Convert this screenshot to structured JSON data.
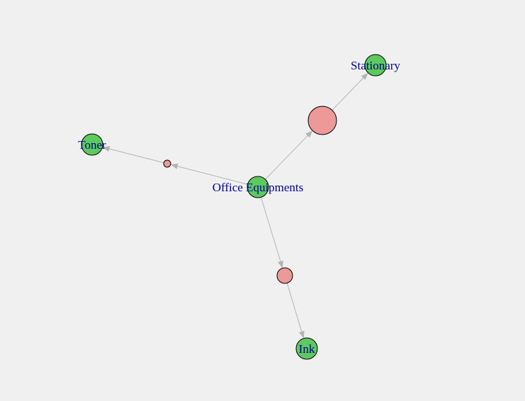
{
  "diagram": {
    "type": "network-graph",
    "colors": {
      "background": "#f0f0f0",
      "item_node": "#5ec95e",
      "relation_node": "#ed9999",
      "edge": "#b3b3b3",
      "label": "#00008b"
    },
    "nodes": [
      {
        "id": "office",
        "kind": "item",
        "label": "Office Equipments"
      },
      {
        "id": "stationary",
        "kind": "item",
        "label": "Stationary"
      },
      {
        "id": "toner",
        "kind": "item",
        "label": "Toner"
      },
      {
        "id": "ink",
        "kind": "item",
        "label": "Ink"
      },
      {
        "id": "rel-large",
        "kind": "relation",
        "label": ""
      },
      {
        "id": "rel-small",
        "kind": "relation",
        "label": ""
      },
      {
        "id": "rel-medium",
        "kind": "relation",
        "label": ""
      }
    ],
    "edges": [
      {
        "from": "office",
        "to": "rel-large"
      },
      {
        "from": "rel-large",
        "to": "stationary"
      },
      {
        "from": "office",
        "to": "rel-small"
      },
      {
        "from": "rel-small",
        "to": "toner"
      },
      {
        "from": "office",
        "to": "rel-medium"
      },
      {
        "from": "rel-medium",
        "to": "ink"
      }
    ]
  }
}
